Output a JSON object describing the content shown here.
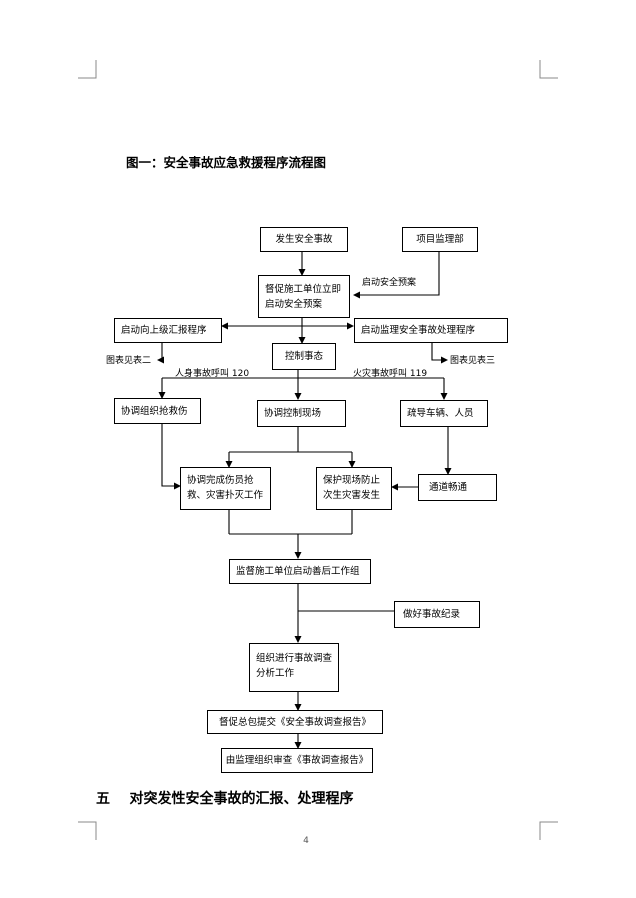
{
  "diagram": {
    "title": "图一：安全事故应急救援程序流程图",
    "nodes": {
      "accident": "发生安全事故",
      "supervision_dept": "项目监理部",
      "urge_contractor": "督促施工单位立即启动安全预案",
      "report_up": "启动向上级汇报程序",
      "handle_procedure": "启动监理安全事故处理程序",
      "control": "控制事态",
      "coord_rescue": "协调组织抢救伤",
      "coord_site": "协调控制现场",
      "evacuate": "疏导车辆、人员",
      "coord_wounded": "协调完成伤员抢救、灾害扑灭工作",
      "protect_site": "保护现场防止次生灾害发生",
      "clear_passage": "通道畅通",
      "aftermath": "监督施工单位启动善后工作组",
      "record": "做好事故纪录",
      "investigate": "组织进行事故调查分析工作",
      "urge_report": "督促总包提交《安全事故调查报告》",
      "review_report": "由监理组织审查《事故调查报告》"
    },
    "labels": {
      "start_plan": "启动安全预案",
      "see_table2": "图表见表二",
      "see_table3": "图表见表三",
      "injury_call": "人身事故呼叫 120",
      "fire_call": "火灾事故呼叫 119"
    }
  },
  "section": {
    "heading": "五    对突发性安全事故的汇报、处理程序"
  },
  "footer": {
    "page_number": "4"
  }
}
